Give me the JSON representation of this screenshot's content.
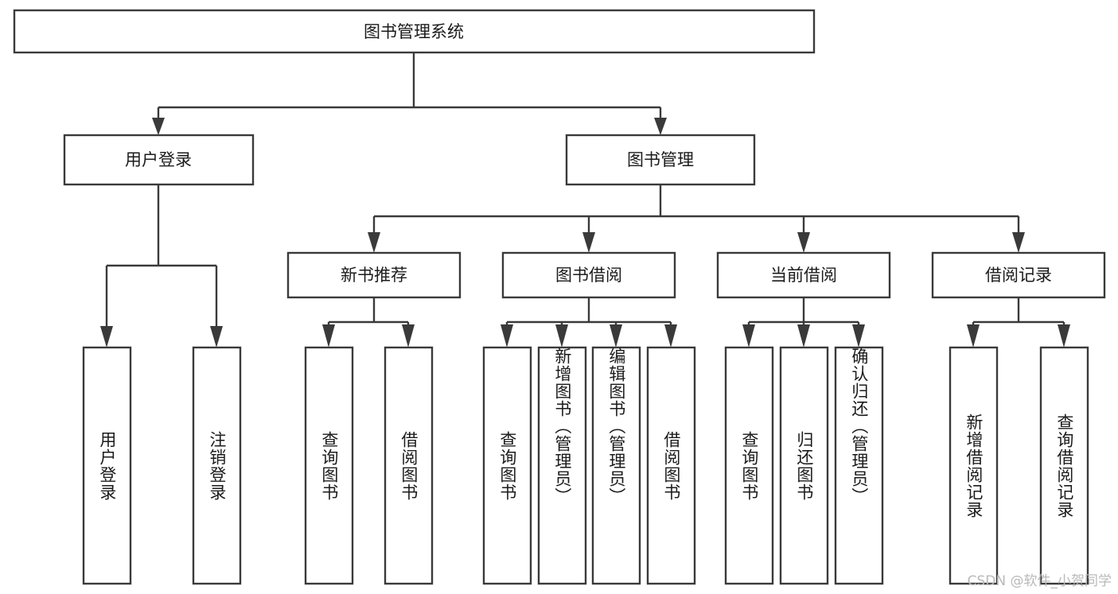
{
  "diagram": {
    "type": "tree-hierarchy",
    "title": "图书管理系统",
    "watermark": "CSDN @软件_小贺同学",
    "colors": {
      "box_stroke": "#3a3a3a",
      "box_fill": "#ffffff",
      "connector": "#3a3a3a",
      "text": "#1b1b1b",
      "watermark": "#b9b9b9",
      "background": "#ffffff"
    },
    "root": {
      "label": "图书管理系统"
    },
    "level2": [
      {
        "label": "用户登录"
      },
      {
        "label": "图书管理"
      }
    ],
    "level3": [
      {
        "label": "新书推荐"
      },
      {
        "label": "图书借阅"
      },
      {
        "label": "当前借阅"
      },
      {
        "label": "借阅记录"
      }
    ],
    "leaves": {
      "user_login": [
        {
          "label": "用户登录"
        },
        {
          "label": "注销登录"
        }
      ],
      "new_book_recommend": [
        {
          "label": "查询图书"
        },
        {
          "label": "借阅图书"
        }
      ],
      "book_borrow": [
        {
          "label": "查询图书"
        },
        {
          "label": "新增图书（管理员）"
        },
        {
          "label": "编辑图书（管理员）"
        },
        {
          "label": "借阅图书"
        }
      ],
      "current_borrow": [
        {
          "label": "查询图书"
        },
        {
          "label": "归还图书"
        },
        {
          "label": "确认归还（管理员）"
        }
      ],
      "borrow_records": [
        {
          "label": "新增借阅记录"
        },
        {
          "label": "查询借阅记录"
        }
      ]
    }
  }
}
